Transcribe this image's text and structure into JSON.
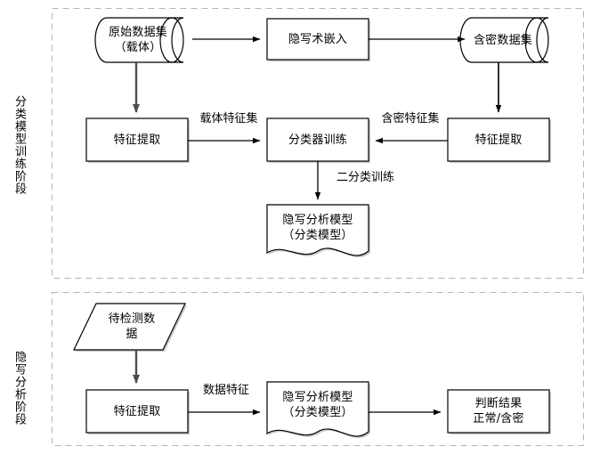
{
  "diagram": {
    "title_stages": [
      {
        "id": "stage-training",
        "label": "分类模型训练阶段"
      },
      {
        "id": "stage-analysis",
        "label": "隐写分析阶段"
      }
    ],
    "nodes": {
      "original_dataset": {
        "line1": "原始数据集",
        "line2": "（载体）",
        "shape": "cylinder"
      },
      "stego_embed": {
        "line1": "隐写术嵌入",
        "shape": "rect"
      },
      "stego_dataset": {
        "line1": "含密数据集",
        "shape": "cylinder"
      },
      "feature_extract_left": {
        "line1": "特征提取",
        "shape": "rect"
      },
      "classifier_train": {
        "line1": "分类器训练",
        "shape": "rect"
      },
      "feature_extract_right": {
        "line1": "特征提取",
        "shape": "rect"
      },
      "steganalysis_model_top": {
        "line1": "隐写分析模型",
        "line2": "（分类模型）",
        "shape": "document"
      },
      "detect_data": {
        "line1": "待检测数",
        "line2": "据",
        "shape": "parallelogram"
      },
      "feature_extract_bottom": {
        "line1": "特征提取",
        "shape": "rect"
      },
      "steganalysis_model_bottom": {
        "line1": "隐写分析模型",
        "line2": "（分类模型）",
        "shape": "document"
      },
      "result": {
        "line1": "判断结果",
        "line2": "正常/含密",
        "shape": "rect"
      }
    },
    "edge_labels": {
      "carrier_features": "载体特征集",
      "stego_features": "含密特征集",
      "binary_training": "二分类训练",
      "data_features": "数据特征"
    },
    "colors": {
      "stroke": "#000000",
      "panel_dash": "#b0b0b0",
      "background": "#ffffff",
      "shadow": "#9a9a9a"
    }
  }
}
